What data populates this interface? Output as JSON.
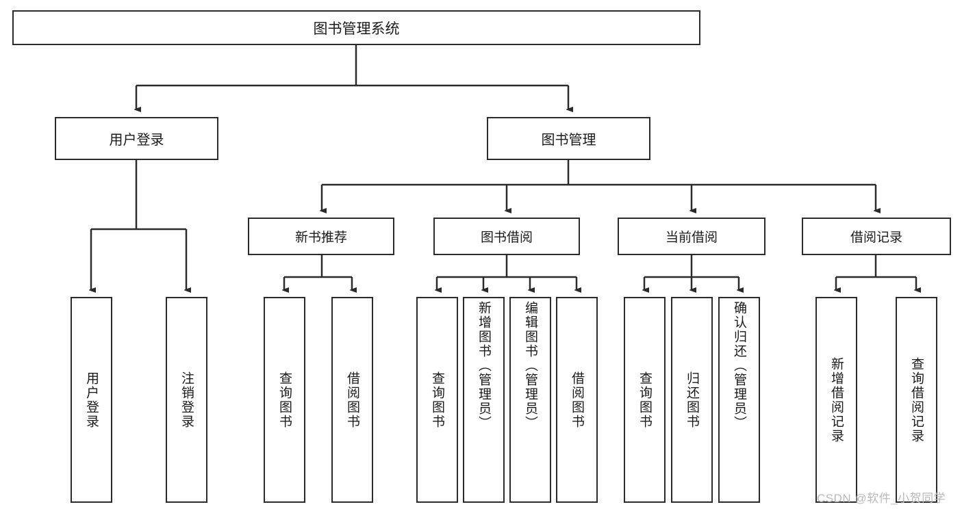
{
  "diagram": {
    "type": "tree",
    "title": "图书管理系统",
    "root": {
      "label": "图书管理系统"
    },
    "level1": [
      {
        "label": "用户登录"
      },
      {
        "label": "图书管理"
      }
    ],
    "level2": [
      {
        "label": "新书推荐",
        "parent": "图书管理"
      },
      {
        "label": "图书借阅",
        "parent": "图书管理"
      },
      {
        "label": "当前借阅",
        "parent": "图书管理"
      },
      {
        "label": "借阅记录",
        "parent": "图书管理"
      }
    ],
    "leaves": {
      "user_login": [
        {
          "label": "用户登录"
        },
        {
          "label": "注销登录"
        }
      ],
      "new_book_recommend": [
        {
          "label": "查询图书"
        },
        {
          "label": "借阅图书"
        }
      ],
      "book_borrow": [
        {
          "label": "查询图书"
        },
        {
          "label": "新增图书（管理员）"
        },
        {
          "label": "编辑图书（管理员）"
        },
        {
          "label": "借阅图书"
        }
      ],
      "current_borrow": [
        {
          "label": "查询图书"
        },
        {
          "label": "归还图书"
        },
        {
          "label": "确认归还（管理员）"
        }
      ],
      "borrow_record": [
        {
          "label": "新增借阅记录"
        },
        {
          "label": "查询借阅记录"
        }
      ]
    }
  },
  "watermark": {
    "text": "CSDN @软件_小贺同学"
  },
  "colors": {
    "stroke": "#2b2b2b",
    "background": "#ffffff",
    "text": "#1a1a1a",
    "watermark": "#b9b9b9"
  }
}
